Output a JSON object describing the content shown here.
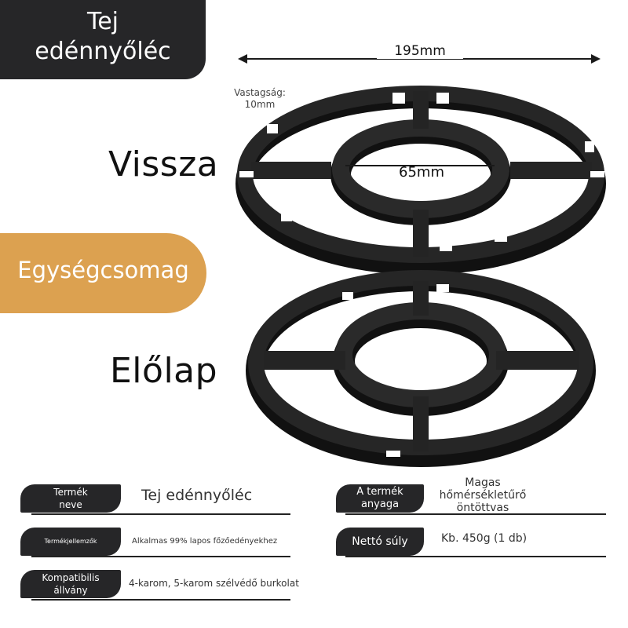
{
  "header": {
    "title_line1": "Tej",
    "title_line2": "edénnyőléc"
  },
  "dimensions": {
    "width": "195mm",
    "thickness_line1": "Vastagság:",
    "thickness_line2": "10mm",
    "inner": "65mm"
  },
  "views": {
    "back": "Vissza",
    "front": "Előlap"
  },
  "unit_badge": "Egységcsomag",
  "specs": {
    "name_label_l1": "Termék",
    "name_label_l2": "neve",
    "name_value": "Tej edénnyőléc",
    "material_label_l1": "A termék",
    "material_label_l2": "anyaga",
    "material_value_l1": "Magas",
    "material_value_l2": "hőmérsékletűrő",
    "material_value_l3": "öntöttvas",
    "features_label": "Termékjellemzők",
    "features_value": "Alkalmas 99% lapos főzőedényekhez",
    "weight_label": "Nettó súly",
    "weight_value": "Kb. 450g (1 db)",
    "compat_label_l1": "Kompatibilis",
    "compat_label_l2": "állvány",
    "compat_value": "4-karom, 5-karom szélvédő burkolat"
  },
  "colors": {
    "dark": "#262628",
    "accent": "#dca150",
    "iron": "#1f1f1f"
  }
}
